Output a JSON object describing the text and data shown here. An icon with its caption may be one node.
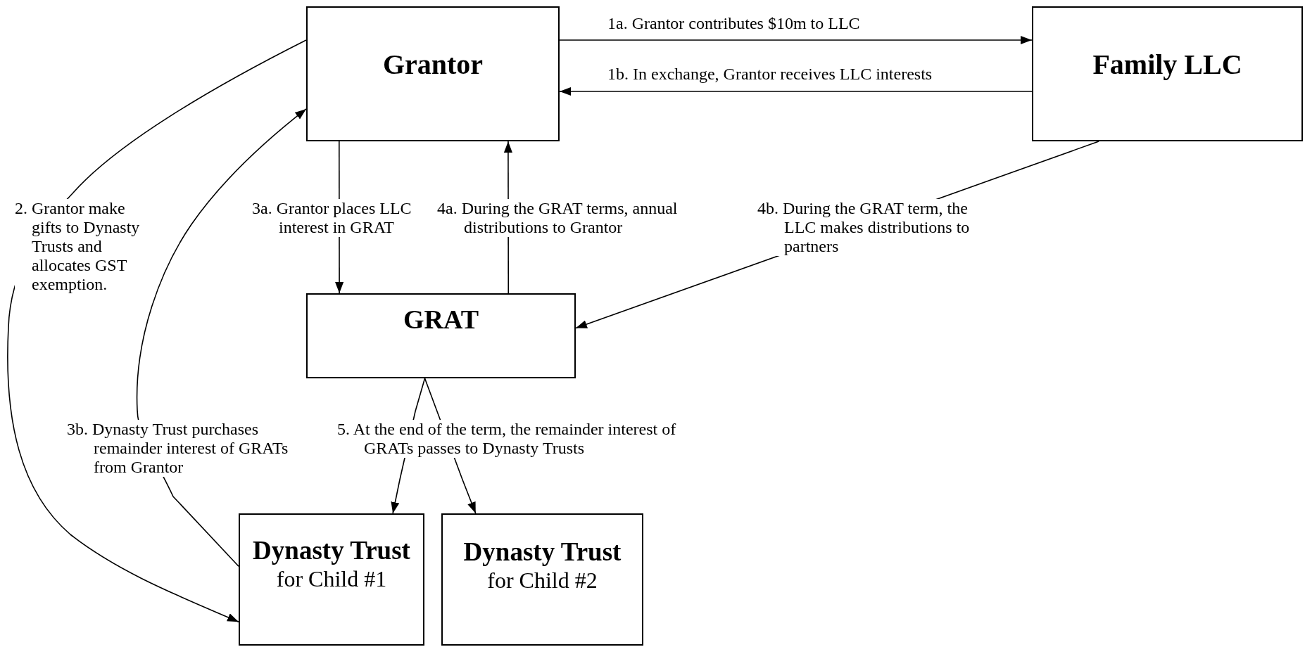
{
  "diagram": {
    "nodes": [
      {
        "text": [
          "Grantor"
        ]
      },
      {
        "text": [
          "Family LLC"
        ]
      },
      {
        "text": [
          "GRAT"
        ]
      },
      {
        "text": [
          "Dynasty Trust",
          "for Child #1"
        ]
      },
      {
        "text": [
          "Dynasty Trust",
          "for Child #2"
        ]
      }
    ],
    "edges": [
      {
        "from": 0,
        "to": 1,
        "arrow": "to",
        "label": "1a. Grantor contributes $10m to LLC"
      },
      {
        "from": 1,
        "to": 0,
        "arrow": "to",
        "label": "1b. In exchange, Grantor receives LLC interests"
      },
      {
        "from": 0,
        "to": 3,
        "arrow": "to",
        "label": "2. Grantor make gifts to Dynasty Trusts and allocates GST exemption."
      },
      {
        "from": 0,
        "to": 2,
        "arrow": "to",
        "label": "3a. Grantor places LLC interest in GRAT"
      },
      {
        "from": 3,
        "to": 0,
        "arrow": "to",
        "label": "3b. Dynasty Trust purchases remainder interest of GRATs from Grantor"
      },
      {
        "from": 2,
        "to": 0,
        "arrow": "to",
        "label": "4a. During the GRAT terms, annual distributions to Grantor"
      },
      {
        "from": 1,
        "to": 2,
        "arrow": "to",
        "label": "4b. During the GRAT term, the LLC makes distributions to partners"
      },
      {
        "from": 2,
        "to": 3,
        "arrow": "to",
        "label": "5. At the end of the term, the remainder interest of GRATs passes to Dynasty Trusts"
      },
      {
        "from": 2,
        "to": 4,
        "arrow": "to"
      }
    ]
  }
}
